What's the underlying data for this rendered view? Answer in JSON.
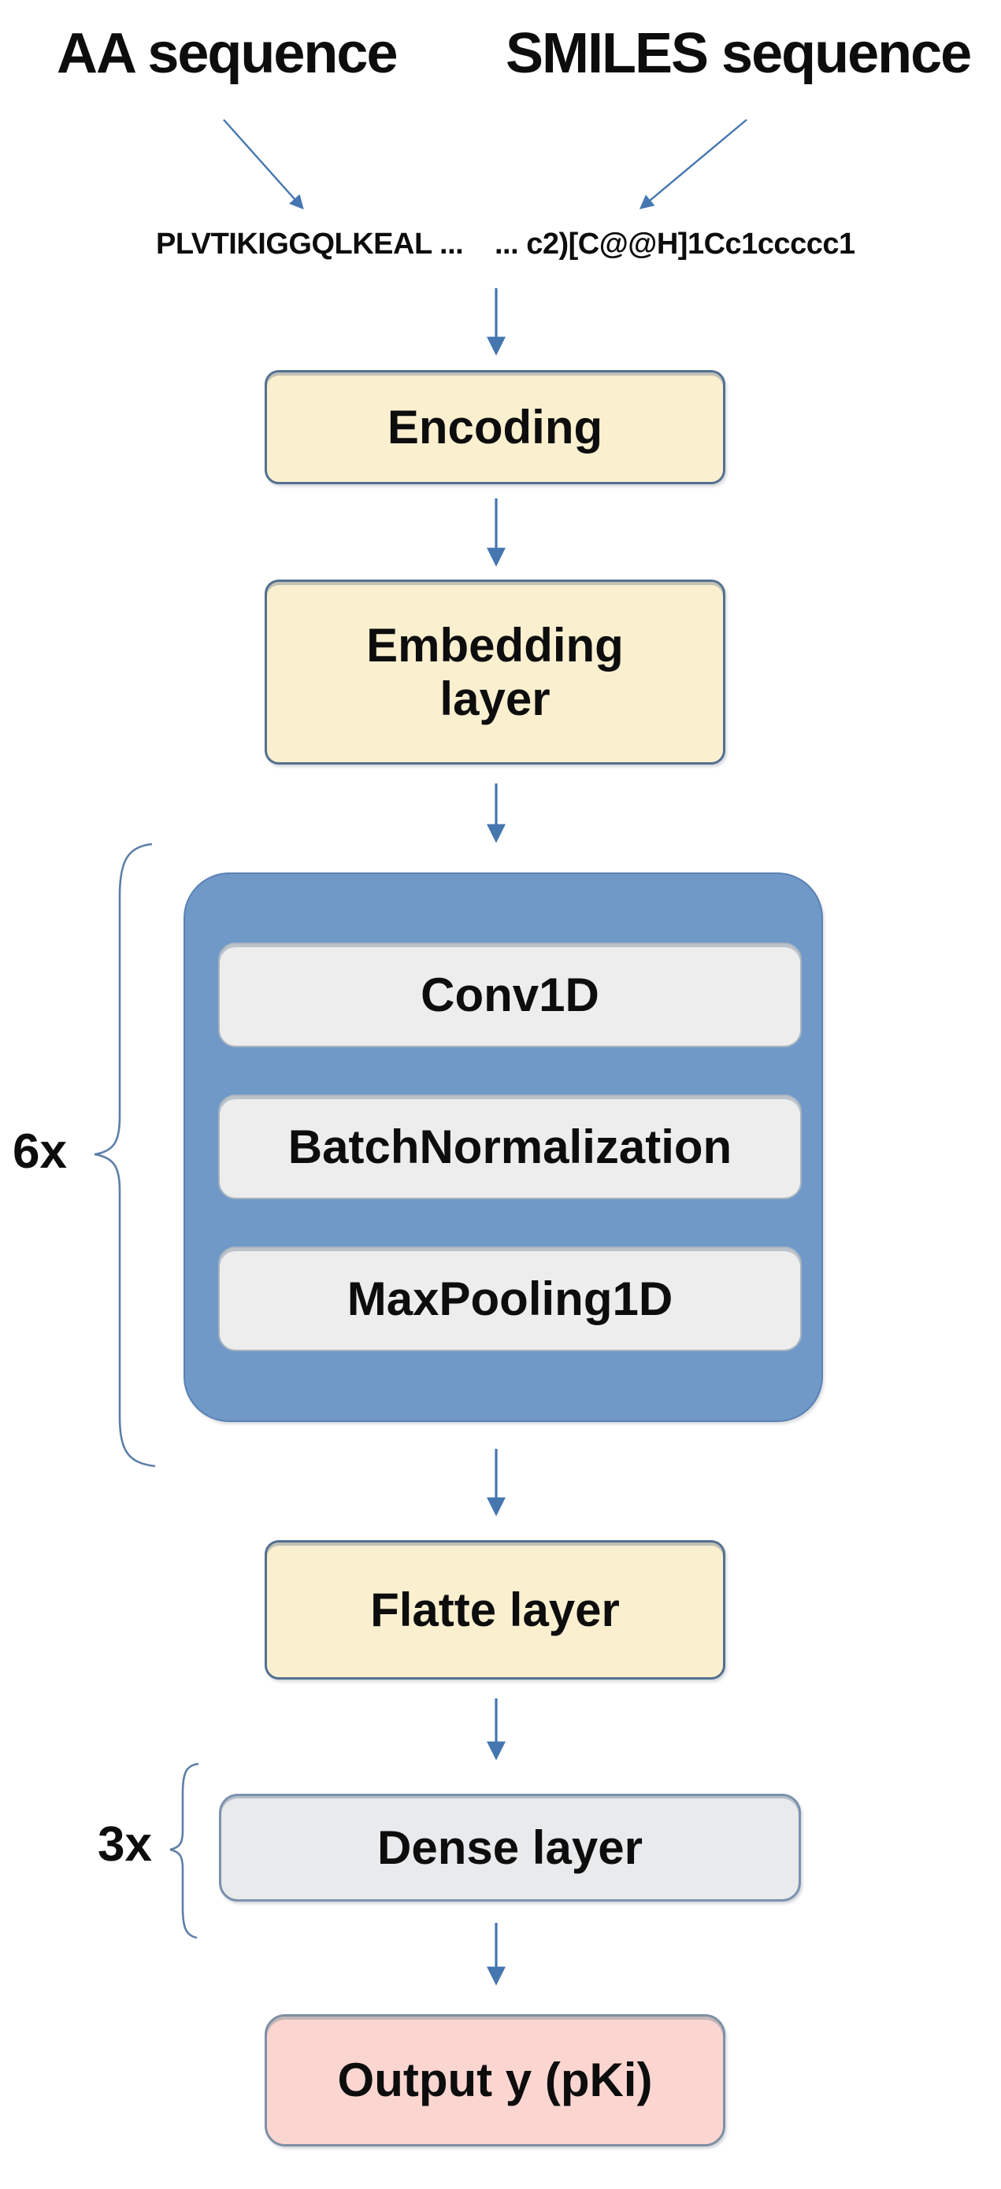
{
  "colors": {
    "yellow_fill": "#faf0d0",
    "blue_fill": "#7099c8",
    "gray_fill": "#ededed",
    "dense_fill": "#e9eaec",
    "pink_fill": "#fbd6d1",
    "arrow": "#4576b0",
    "node_border": "#54708f",
    "gray_border": "#a9b4c0",
    "dense_border": "#7b92ae",
    "pink_border": "#7f8fa3",
    "blue_border": "#5a82b4",
    "brace": "#5d7fa8",
    "text": "#0d0d0d"
  },
  "inputs": {
    "aa_title": "AA sequence",
    "smiles_title": "SMILES sequence",
    "aa_sequence": "PLVTIKIGGQLKEAL ...",
    "smiles_sequence": "... c2)[C@@H]1Cc1ccccc1"
  },
  "nodes": {
    "encoding": "Encoding",
    "embedding_line1": "Embedding",
    "embedding_line2": "layer",
    "conv": "Conv1D",
    "batchnorm": "BatchNormalization",
    "maxpool": "MaxPooling1D",
    "flatten": "Flatte layer",
    "dense": "Dense layer",
    "output": "Output y (pKi)"
  },
  "repeats": {
    "conv_block": "6x",
    "dense_block": "3x"
  }
}
